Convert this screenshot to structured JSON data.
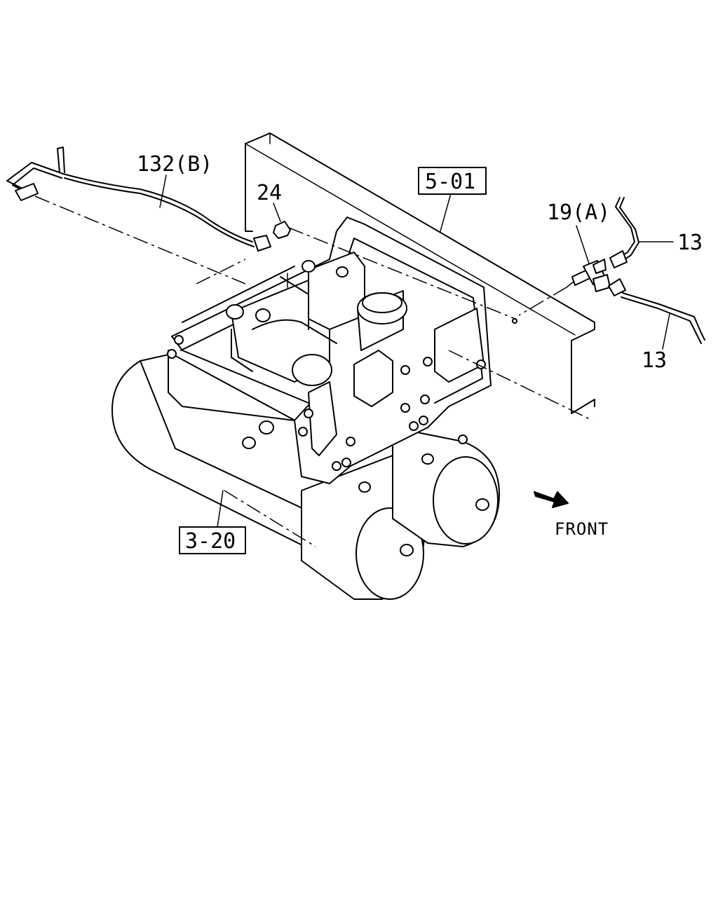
{
  "labels": {
    "pipe_132b": "132(B)",
    "nut_24": "24",
    "ref_5_01": "5-01",
    "tee_19a": "19(A)",
    "pipe_13_upper": "13",
    "pipe_13_lower": "13",
    "ref_3_20": "3-20",
    "front": "FRONT"
  },
  "colors": {
    "line": "#000000",
    "background": "#ffffff"
  },
  "icons": {
    "front_direction": "front-arrow-icon"
  }
}
